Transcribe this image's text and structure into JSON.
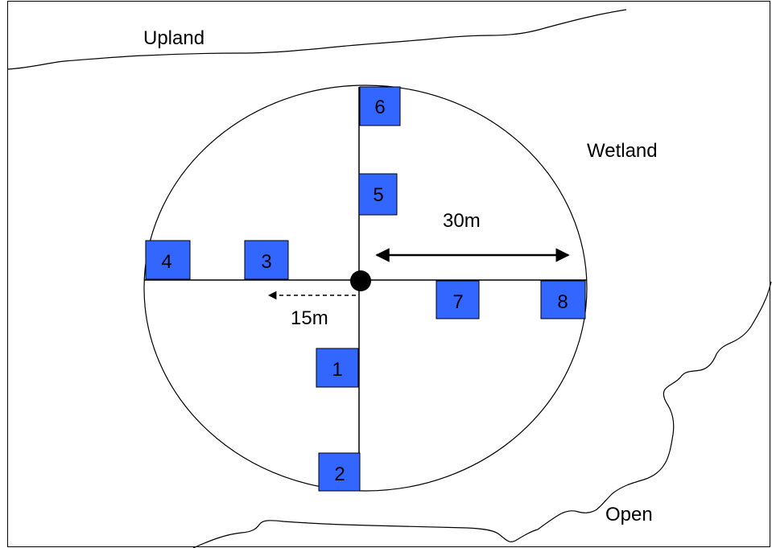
{
  "regions": {
    "upland": "Upland",
    "wetland": "Wetland",
    "open": "Open"
  },
  "measurements": {
    "radius_label": "30m",
    "half_radius_label": "15m"
  },
  "plots": [
    "1",
    "2",
    "3",
    "4",
    "5",
    "6",
    "7",
    "8"
  ],
  "colors": {
    "plot_fill": "#3366ff",
    "line": "#000000",
    "background": "#ffffff"
  }
}
